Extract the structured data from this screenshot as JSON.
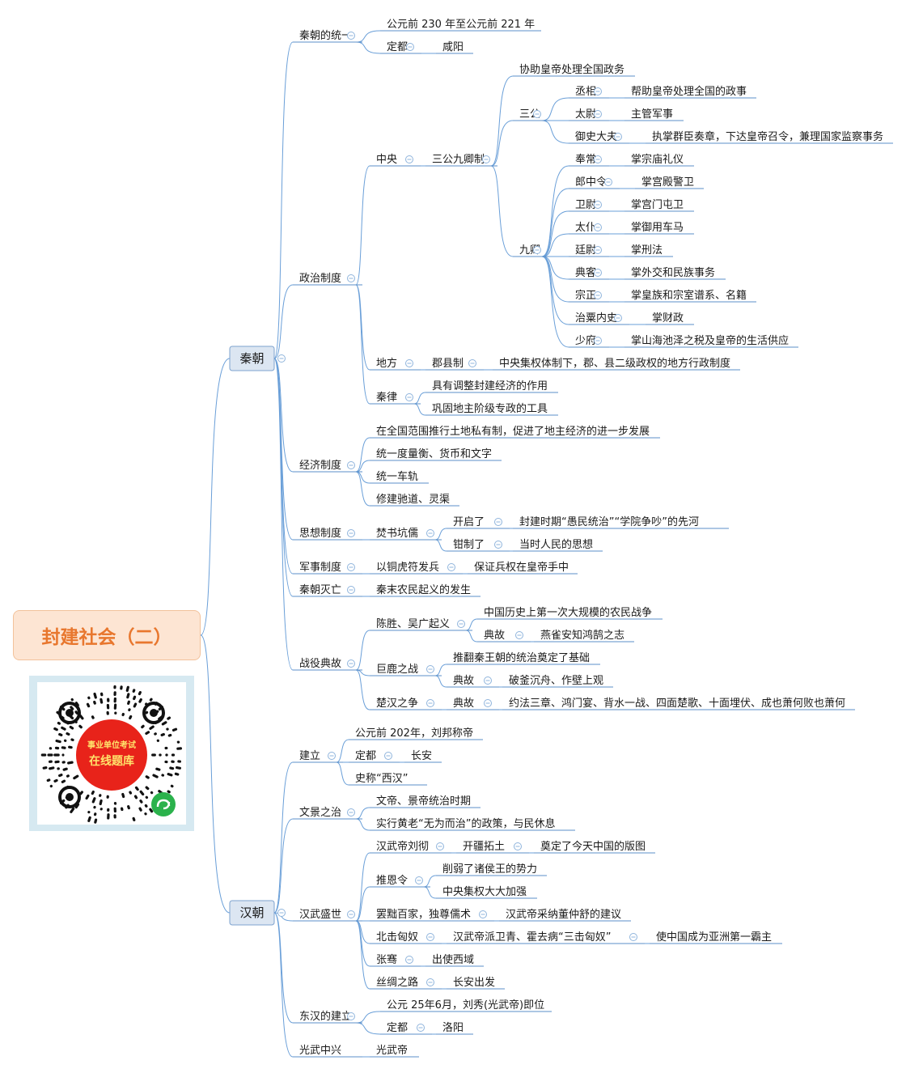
{
  "root": {
    "label": "封建社会（二）"
  },
  "qr_badge": {
    "line1": "事业单位考试",
    "line2": "在线题库"
  },
  "colors": {
    "root_text": "#e8772e",
    "root_fill": "#fde5d3",
    "main_fill": "#dce6f2",
    "line": "#6a9fd8",
    "badge_red": "#e8231a",
    "badge_text": "#ffe36b",
    "badge_green": "#2bb24c"
  },
  "nodes": {
    "qin": "秦朝",
    "qin_unify": "秦朝的统一",
    "qin_unify_date": "公元前 230 年至公元前 221 年",
    "qin_capital_label": "定都",
    "qin_capital": "咸阳",
    "qin_politics": "政治制度",
    "central": "中央",
    "sangong_jiuqing": "三公九卿制",
    "assist_emperor": "协助皇帝处理全国政务",
    "sangong": "三公",
    "chengxiang": "丞相",
    "chengxiang_desc": "帮助皇帝处理全国的政事",
    "taiwei": "太尉",
    "taiwei_desc": "主管军事",
    "yushi": "御史大夫",
    "yushi_desc": "执掌群臣奏章，下达皇帝召令，兼理国家监察事务",
    "jiuqing": "九卿",
    "fengchang": "奉常",
    "fengchang_desc": "掌宗庙礼仪",
    "langzhongling": "郎中令",
    "langzhongling_desc": "掌宫殿警卫",
    "weiwei": "卫尉",
    "weiwei_desc": "掌宫门屯卫",
    "taipu": "太仆",
    "taipu_desc": "掌御用车马",
    "tingwei": "廷尉",
    "tingwei_desc": "掌刑法",
    "dianke": "典客",
    "dianke_desc": "掌外交和民族事务",
    "zongzheng": "宗正",
    "zongzheng_desc": "掌皇族和宗室谱系、名籍",
    "zhisu": "治粟内史",
    "zhisu_desc": "掌财政",
    "shaofu": "少府",
    "shaofu_desc": "掌山海池泽之税及皇帝的生活供应",
    "local": "地方",
    "junxian": "郡县制",
    "junxian_desc": "中央集权体制下，郡、县二级政权的地方行政制度",
    "qinlv": "秦律",
    "qinlv_1": "具有调整封建经济的作用",
    "qinlv_2": "巩固地主阶级专政的工具",
    "economy": "经济制度",
    "econ_1": "在全国范围推行土地私有制，促进了地主经济的进一步发展",
    "econ_2": "统一度量衡、货币和文字",
    "econ_3": "统一车轨",
    "econ_4": "修建驰道、灵渠",
    "thought": "思想制度",
    "burn_books": "焚书坑儒",
    "opened": "开启了",
    "opened_desc": "封建时期“愚民统治”“学院争吵”的先河",
    "suppressed": "钳制了",
    "suppressed_desc": "当时人民的思想",
    "military": "军事制度",
    "tiger_tally": "以铜虎符发兵",
    "tiger_desc": "保证兵权在皇帝手中",
    "qin_fall": "秦朝灭亡",
    "qin_fall_desc": "秦末农民起义的发生",
    "battles": "战役典故",
    "chen_wu": "陈胜、吴广起义",
    "chen_wu_1": "中国历史上第一次大规模的农民战争",
    "diangu": "典故",
    "chen_wu_story": "燕雀安知鸿鹄之志",
    "julu": "巨鹿之战",
    "julu_1": "推翻秦王朝的统治奠定了基础",
    "julu_story": "破釜沉舟、作壁上观",
    "chuhan": "楚汉之争",
    "chuhan_story": "约法三章、鸿门宴、背水一战、四面楚歌、十面埋伏、成也萧何败也萧何",
    "han": "汉朝",
    "establish": "建立",
    "est_date": "公元前 202年，刘邦称帝",
    "dingdu": "定都",
    "changan": "长安",
    "xihan": "史称“西汉”",
    "wenjing": "文景之治",
    "wenjing_1": "文帝、景帝统治时期",
    "wenjing_2": "实行黄老“无为而治”的政策，与民休息",
    "hanwu": "汉武盛世",
    "liuche": "汉武帝刘彻",
    "kaijiang": "开疆拓土",
    "kaijiang_desc": "奠定了今天中国的版图",
    "tuienling": "推恩令",
    "tuienling_1": "削弱了诸侯王的势力",
    "tuienling_2": "中央集权大大加强",
    "rujia": "罢黜百家，独尊儒术",
    "rujia_desc": "汉武帝采纳董仲舒的建议",
    "xiongnu": "北击匈奴",
    "xiongnu_desc": "汉武帝派卫青、霍去病“三击匈奴”",
    "xiongnu_result": "使中国成为亚洲第一霸主",
    "zhangqian": "张骞",
    "zhangqian_desc": "出使西域",
    "silk": "丝绸之路",
    "silk_desc": "长安出发",
    "donghan": "东汉的建立",
    "donghan_date": "公元 25年6月，刘秀(光武帝)即位",
    "luoyang": "洛阳",
    "guangwu": "光武中兴",
    "guangwu_desc": "光武帝"
  }
}
